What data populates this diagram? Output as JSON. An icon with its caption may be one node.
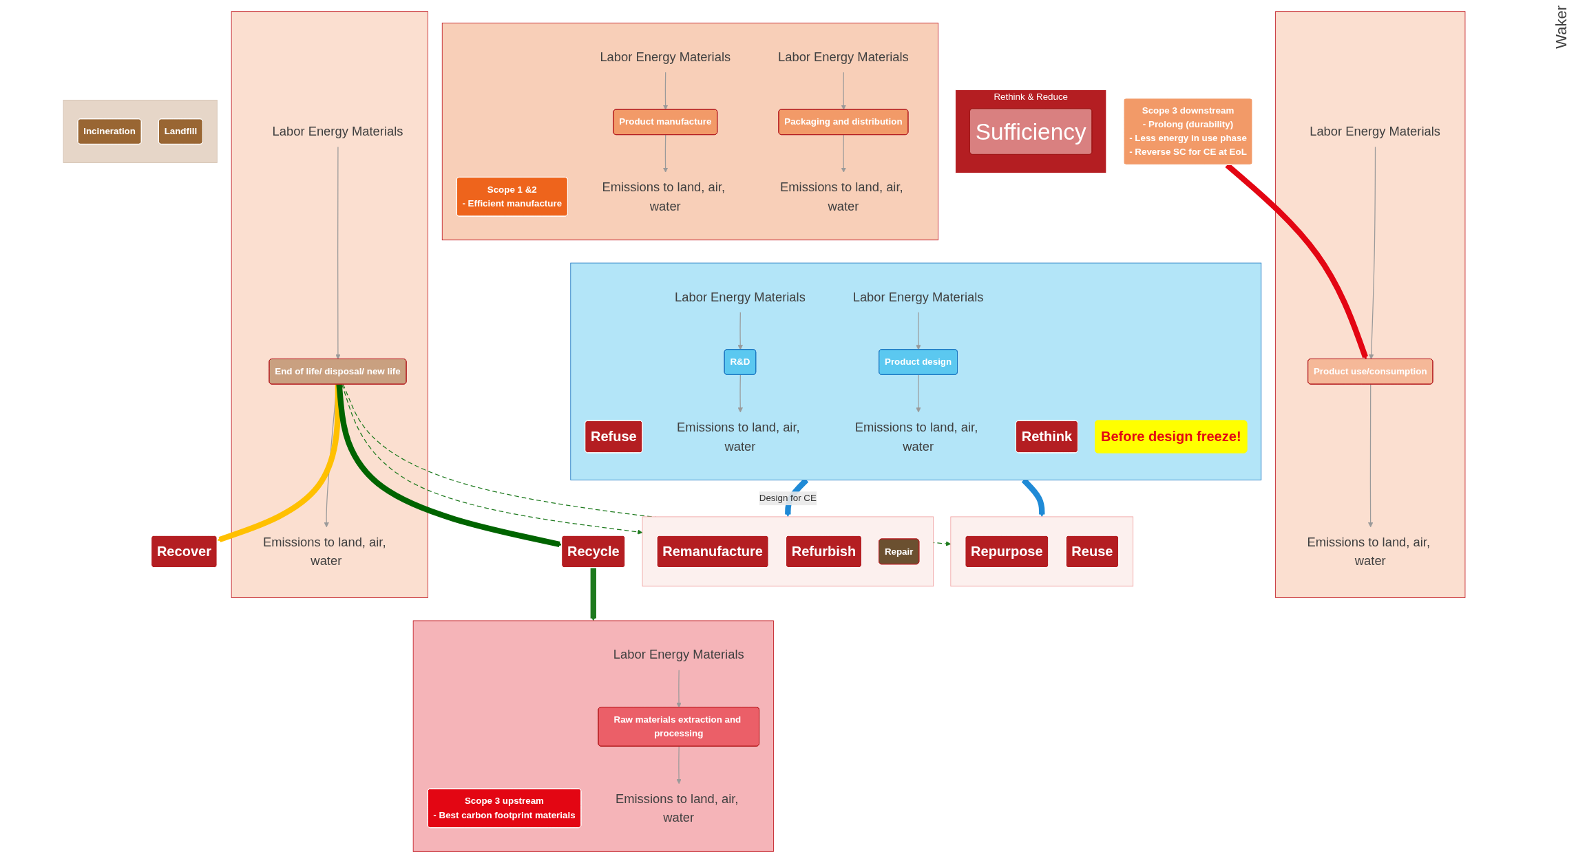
{
  "diagram": {
    "nodes": [
      {
        "text": [],
        "shape": "box"
      },
      {
        "text": [
          "Refuse"
        ],
        "in": 0
      },
      {
        "text": [
          "Rethink"
        ],
        "in": 0
      },
      {
        "text": [
          "Before design freeze!"
        ],
        "in": 0
      },
      {
        "text": [
          "Labor Energy Materials"
        ],
        "in": 0
      },
      {
        "text": [
          "R&D"
        ],
        "in": 0
      },
      {
        "text": [
          "Emissions to land, air, water"
        ],
        "in": 0
      },
      {
        "text": [
          "Labor Energy Materials"
        ],
        "in": 0
      },
      {
        "text": [
          "Product design"
        ],
        "in": 0
      },
      {
        "text": [
          "Emissions to land, air, water"
        ],
        "in": 0
      },
      {
        "text": [
          "Rethink & Reduce"
        ]
      },
      {
        "text": [
          "Sufficiency"
        ],
        "in": 10
      },
      {
        "text": [],
        "shape": "box"
      },
      {
        "text": [
          "Scope 3 upstream",
          "- Best carbon footprint materials"
        ],
        "in": 12
      },
      {
        "text": [
          "Labor Energy Materials"
        ],
        "in": 12
      },
      {
        "text": [
          "Raw materials extraction and processing"
        ],
        "in": 12
      },
      {
        "text": [
          "Emissions to land, air, water"
        ],
        "in": 12
      },
      {
        "text": [],
        "shape": "box"
      },
      {
        "text": [
          "Scope 1 &2",
          "- Efficient manufacture"
        ],
        "in": 17
      },
      {
        "text": [
          "Labor Energy Materials"
        ],
        "in": 17
      },
      {
        "text": [
          "Product manufacture"
        ],
        "in": 17
      },
      {
        "text": [
          "Emissions to land, air, water"
        ],
        "in": 17
      },
      {
        "text": [
          "Labor Energy Materials"
        ],
        "in": 17
      },
      {
        "text": [
          "Packaging and distribution"
        ],
        "in": 17
      },
      {
        "text": [
          "Emissions to land, air, water"
        ],
        "in": 17
      },
      {
        "text": [],
        "shape": "box"
      },
      {
        "text": [
          "Scope 3 downstream",
          "- Prolong (durability)",
          "- Less energy in use phase",
          "- Reverse SC for CE at EoL"
        ]
      },
      {
        "text": [
          "Labor Energy Materials"
        ],
        "in": 25
      },
      {
        "text": [
          "Product use/consumption"
        ],
        "in": 25
      },
      {
        "text": [
          "Emissions to land, air, water"
        ],
        "in": 25
      },
      {
        "text": [],
        "shape": "box"
      },
      {
        "text": [
          "Labor Energy Materials"
        ],
        "in": 30
      },
      {
        "text": [
          "End of life/ disposal/ new life"
        ],
        "in": 30
      },
      {
        "text": [
          "Emissions to land, air, water"
        ],
        "in": 30
      },
      {
        "text": [],
        "shape": "box"
      },
      {
        "text": [
          "Incineration"
        ],
        "in": 34
      },
      {
        "text": [
          "Landfill"
        ],
        "in": 34
      },
      {
        "text": [
          "Recover"
        ]
      },
      {
        "text": [
          "Recycle"
        ]
      },
      {
        "text": [],
        "shape": "box"
      },
      {
        "text": [
          "Remanufacture"
        ],
        "in": 39
      },
      {
        "text": [
          "Refurbish"
        ],
        "in": 39
      },
      {
        "text": [
          "Repair"
        ],
        "in": 39
      },
      {
        "text": [],
        "shape": "box"
      },
      {
        "text": [
          "Repurpose"
        ],
        "in": 43
      },
      {
        "text": [
          "Reuse"
        ],
        "in": 43
      }
    ],
    "edges": [
      {
        "from": 4,
        "to": 5,
        "arrow": "to"
      },
      {
        "from": 5,
        "to": 6,
        "arrow": "to"
      },
      {
        "from": 7,
        "to": 8,
        "arrow": "to"
      },
      {
        "from": 8,
        "to": 9,
        "arrow": "to"
      },
      {
        "from": 14,
        "to": 15,
        "arrow": "to"
      },
      {
        "from": 15,
        "to": 16,
        "arrow": "to"
      },
      {
        "from": 19,
        "to": 20,
        "arrow": "to"
      },
      {
        "from": 20,
        "to": 21,
        "arrow": "to"
      },
      {
        "from": 22,
        "to": 23,
        "arrow": "to"
      },
      {
        "from": 23,
        "to": 24,
        "arrow": "to"
      },
      {
        "from": 27,
        "to": 28,
        "arrow": "to"
      },
      {
        "from": 28,
        "to": 29,
        "arrow": "to"
      },
      {
        "from": 31,
        "to": 32,
        "arrow": "to"
      },
      {
        "from": 32,
        "to": 33,
        "arrow": "to"
      },
      {
        "from": 26,
        "to": 28,
        "arrow": "to",
        "style": "thick",
        "color": "#e30613"
      },
      {
        "from": 32,
        "to": 37,
        "arrow": "to",
        "style": "thick",
        "color": "#ffc000"
      },
      {
        "from": 32,
        "to": 38,
        "arrow": "to",
        "style": "thick",
        "color": "#006400"
      },
      {
        "from": 38,
        "to": 12,
        "arrow": "to",
        "style": "thick",
        "color": "#1e7a1e"
      },
      {
        "from": 0,
        "to": 39,
        "arrow": "to",
        "label": "Design for CE",
        "style": "thick",
        "color": "#1f8ad6"
      },
      {
        "from": 0,
        "to": 43,
        "arrow": "to",
        "style": "thick",
        "color": "#1f8ad6"
      },
      {
        "from": 32,
        "to": 39,
        "arrow": "to",
        "style": "dashed",
        "color": "#1e7a1e"
      },
      {
        "from": 32,
        "to": 43,
        "arrow": "to",
        "style": "dashed",
        "color": "#1e7a1e"
      }
    ],
    "labels": [
      "Waker"
    ]
  }
}
